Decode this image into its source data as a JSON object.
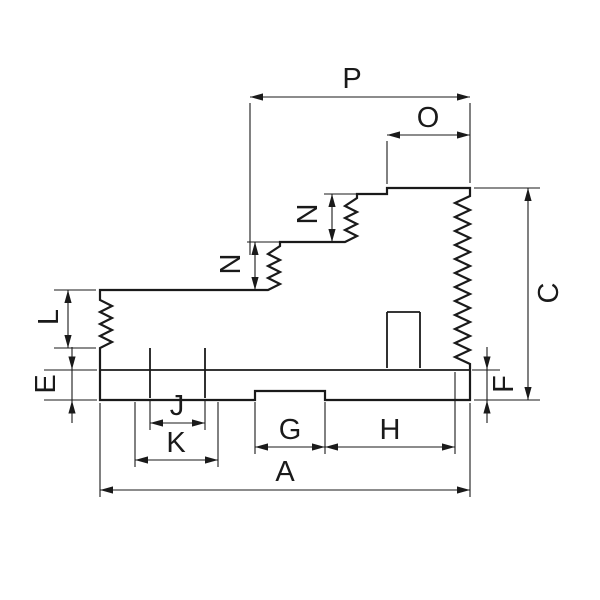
{
  "labels": {
    "P": "P",
    "O": "O",
    "N_upper": "N",
    "N_lower": "N",
    "C": "C",
    "L": "L",
    "E": "E",
    "F": "F",
    "J": "J",
    "K": "K",
    "A": "A",
    "G": "G",
    "H": "H"
  },
  "colors": {
    "background": "#ffffff",
    "line": "#1a1a1a"
  }
}
